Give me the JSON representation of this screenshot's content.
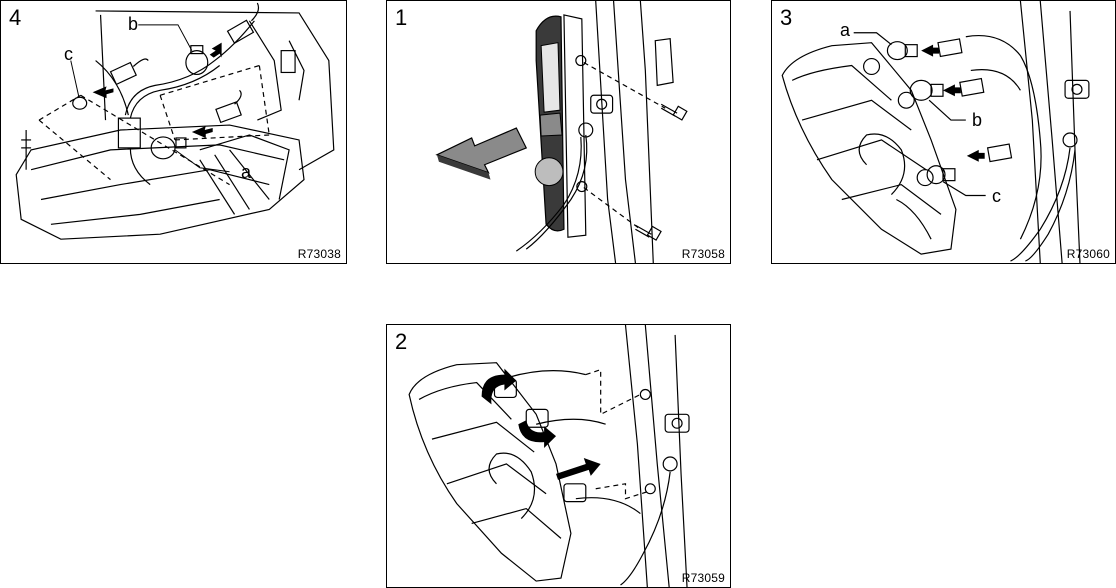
{
  "panels": [
    {
      "id": "p4",
      "step": "4",
      "code": "R73038",
      "callouts": [
        "c",
        "b",
        "a"
      ]
    },
    {
      "id": "p1",
      "step": "1",
      "code": "R73058",
      "callouts": []
    },
    {
      "id": "p3",
      "step": "3",
      "code": "R73060",
      "callouts": [
        "a",
        "b",
        "c"
      ]
    },
    {
      "id": "p2",
      "step": "2",
      "code": "R73059",
      "callouts": []
    }
  ],
  "colors": {
    "line": "#000000",
    "lens_gray": "#8a8a8a",
    "lens_dark": "#3a3a3a",
    "paper": "#ffffff"
  },
  "icons": [
    "arrow-left-icon",
    "bulb-icon",
    "socket-icon",
    "bolt-icon",
    "twist-arrow-icon"
  ]
}
